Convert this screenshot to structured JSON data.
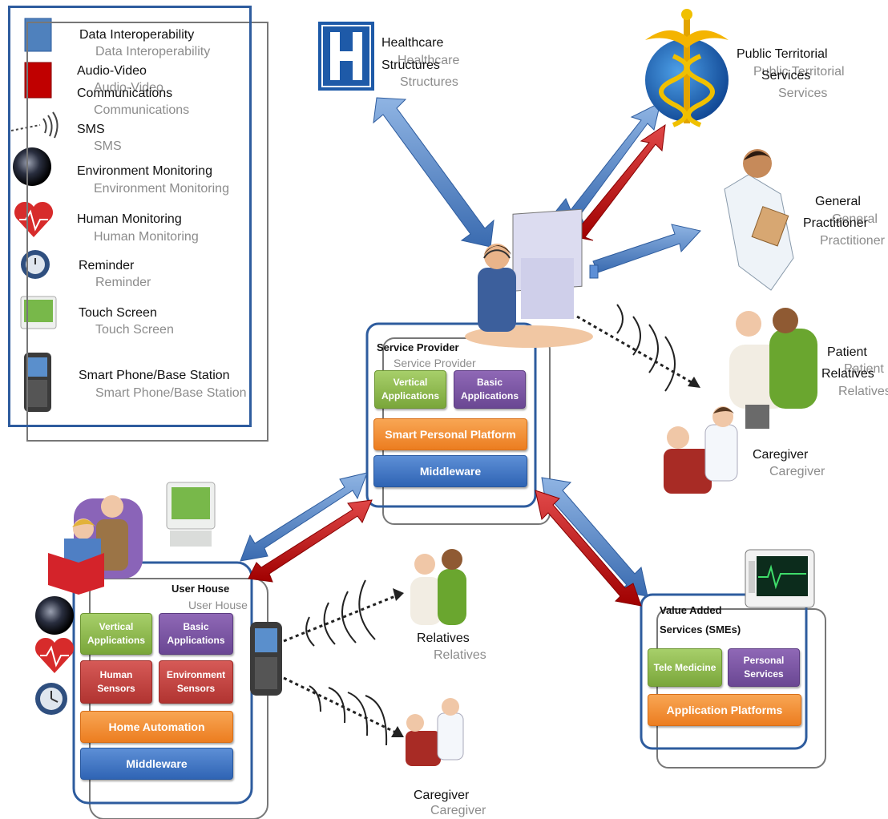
{
  "legend": {
    "data_interoperability": "Data Interoperability",
    "audio_video_1": "Audio-Video",
    "audio_video_2": "Communications",
    "sms": "SMS",
    "environment_monitoring": "Environment Monitoring",
    "human_monitoring": "Human Monitoring",
    "reminder": "Reminder",
    "touch_screen": "Touch Screen",
    "smart_phone": "Smart Phone/Base Station"
  },
  "nodes": {
    "healthcare_1": "Healthcare",
    "healthcare_2": "Structures",
    "public_1": "Public Territorial",
    "public_2": "Services",
    "gp_1": "General",
    "gp_2": "Practitioner",
    "patient_1": "Patient",
    "patient_2": "Relatives",
    "caregiver": "Caregiver",
    "relatives": "Relatives"
  },
  "service_provider": {
    "title": "Service Provider",
    "vertical": "Vertical Applications",
    "basic": "Basic Applications",
    "platform": "Smart Personal Platform",
    "middleware": "Middleware"
  },
  "user_house": {
    "title": "User House",
    "vertical": "Vertical Applications",
    "basic": "Basic Applications",
    "human_sensors": "Human Sensors",
    "environment_sensors": "Environment Sensors",
    "home_automation": "Home Automation",
    "middleware": "Middleware"
  },
  "value_added": {
    "title_1": "Value Added",
    "title_2": "Services (SMEs)",
    "tele_medicine": "Tele Medicine",
    "personal": "Personal Services",
    "platforms": "Application Platforms"
  },
  "colors": {
    "data_arrow": "#4f81bd",
    "av_arrow": "#c00000",
    "frame": "#2e5c9e"
  }
}
